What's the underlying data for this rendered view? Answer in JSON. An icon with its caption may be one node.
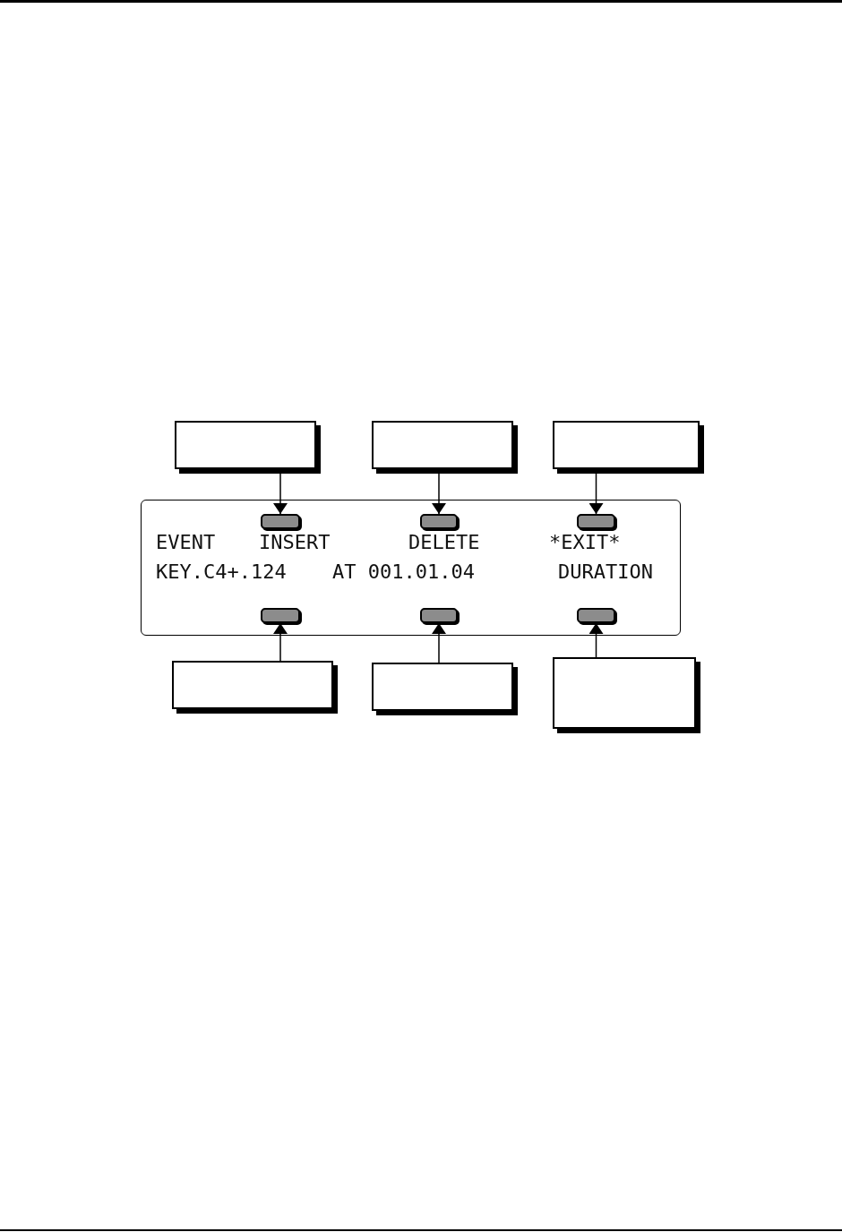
{
  "diagram": {
    "nodes": [
      {
        "text": [],
        "shape": "box"
      },
      {
        "text": [],
        "shape": "box"
      },
      {
        "text": [],
        "shape": "box"
      },
      {
        "text": [
          "EVENT",
          "INSERT",
          "DELETE",
          "*EXIT*",
          "KEY.C4+.124",
          "AT 001.01.04",
          "DURATION"
        ]
      },
      {
        "text": [],
        "shape": "button",
        "in": 3
      },
      {
        "text": [],
        "shape": "button",
        "in": 3
      },
      {
        "text": [],
        "shape": "button",
        "in": 3
      },
      {
        "text": [],
        "shape": "button",
        "in": 3
      },
      {
        "text": [],
        "shape": "button",
        "in": 3
      },
      {
        "text": [],
        "shape": "button",
        "in": 3
      },
      {
        "text": [],
        "shape": "box"
      },
      {
        "text": [],
        "shape": "box"
      },
      {
        "text": [],
        "shape": "box"
      }
    ],
    "edges": [
      {
        "from": 0,
        "to": 4,
        "arrow": "to"
      },
      {
        "from": 1,
        "to": 5,
        "arrow": "to"
      },
      {
        "from": 2,
        "to": 6,
        "arrow": "to"
      },
      {
        "from": 10,
        "to": 7,
        "arrow": "to"
      },
      {
        "from": 11,
        "to": 8,
        "arrow": "to"
      },
      {
        "from": 12,
        "to": 9,
        "arrow": "to"
      }
    ]
  }
}
